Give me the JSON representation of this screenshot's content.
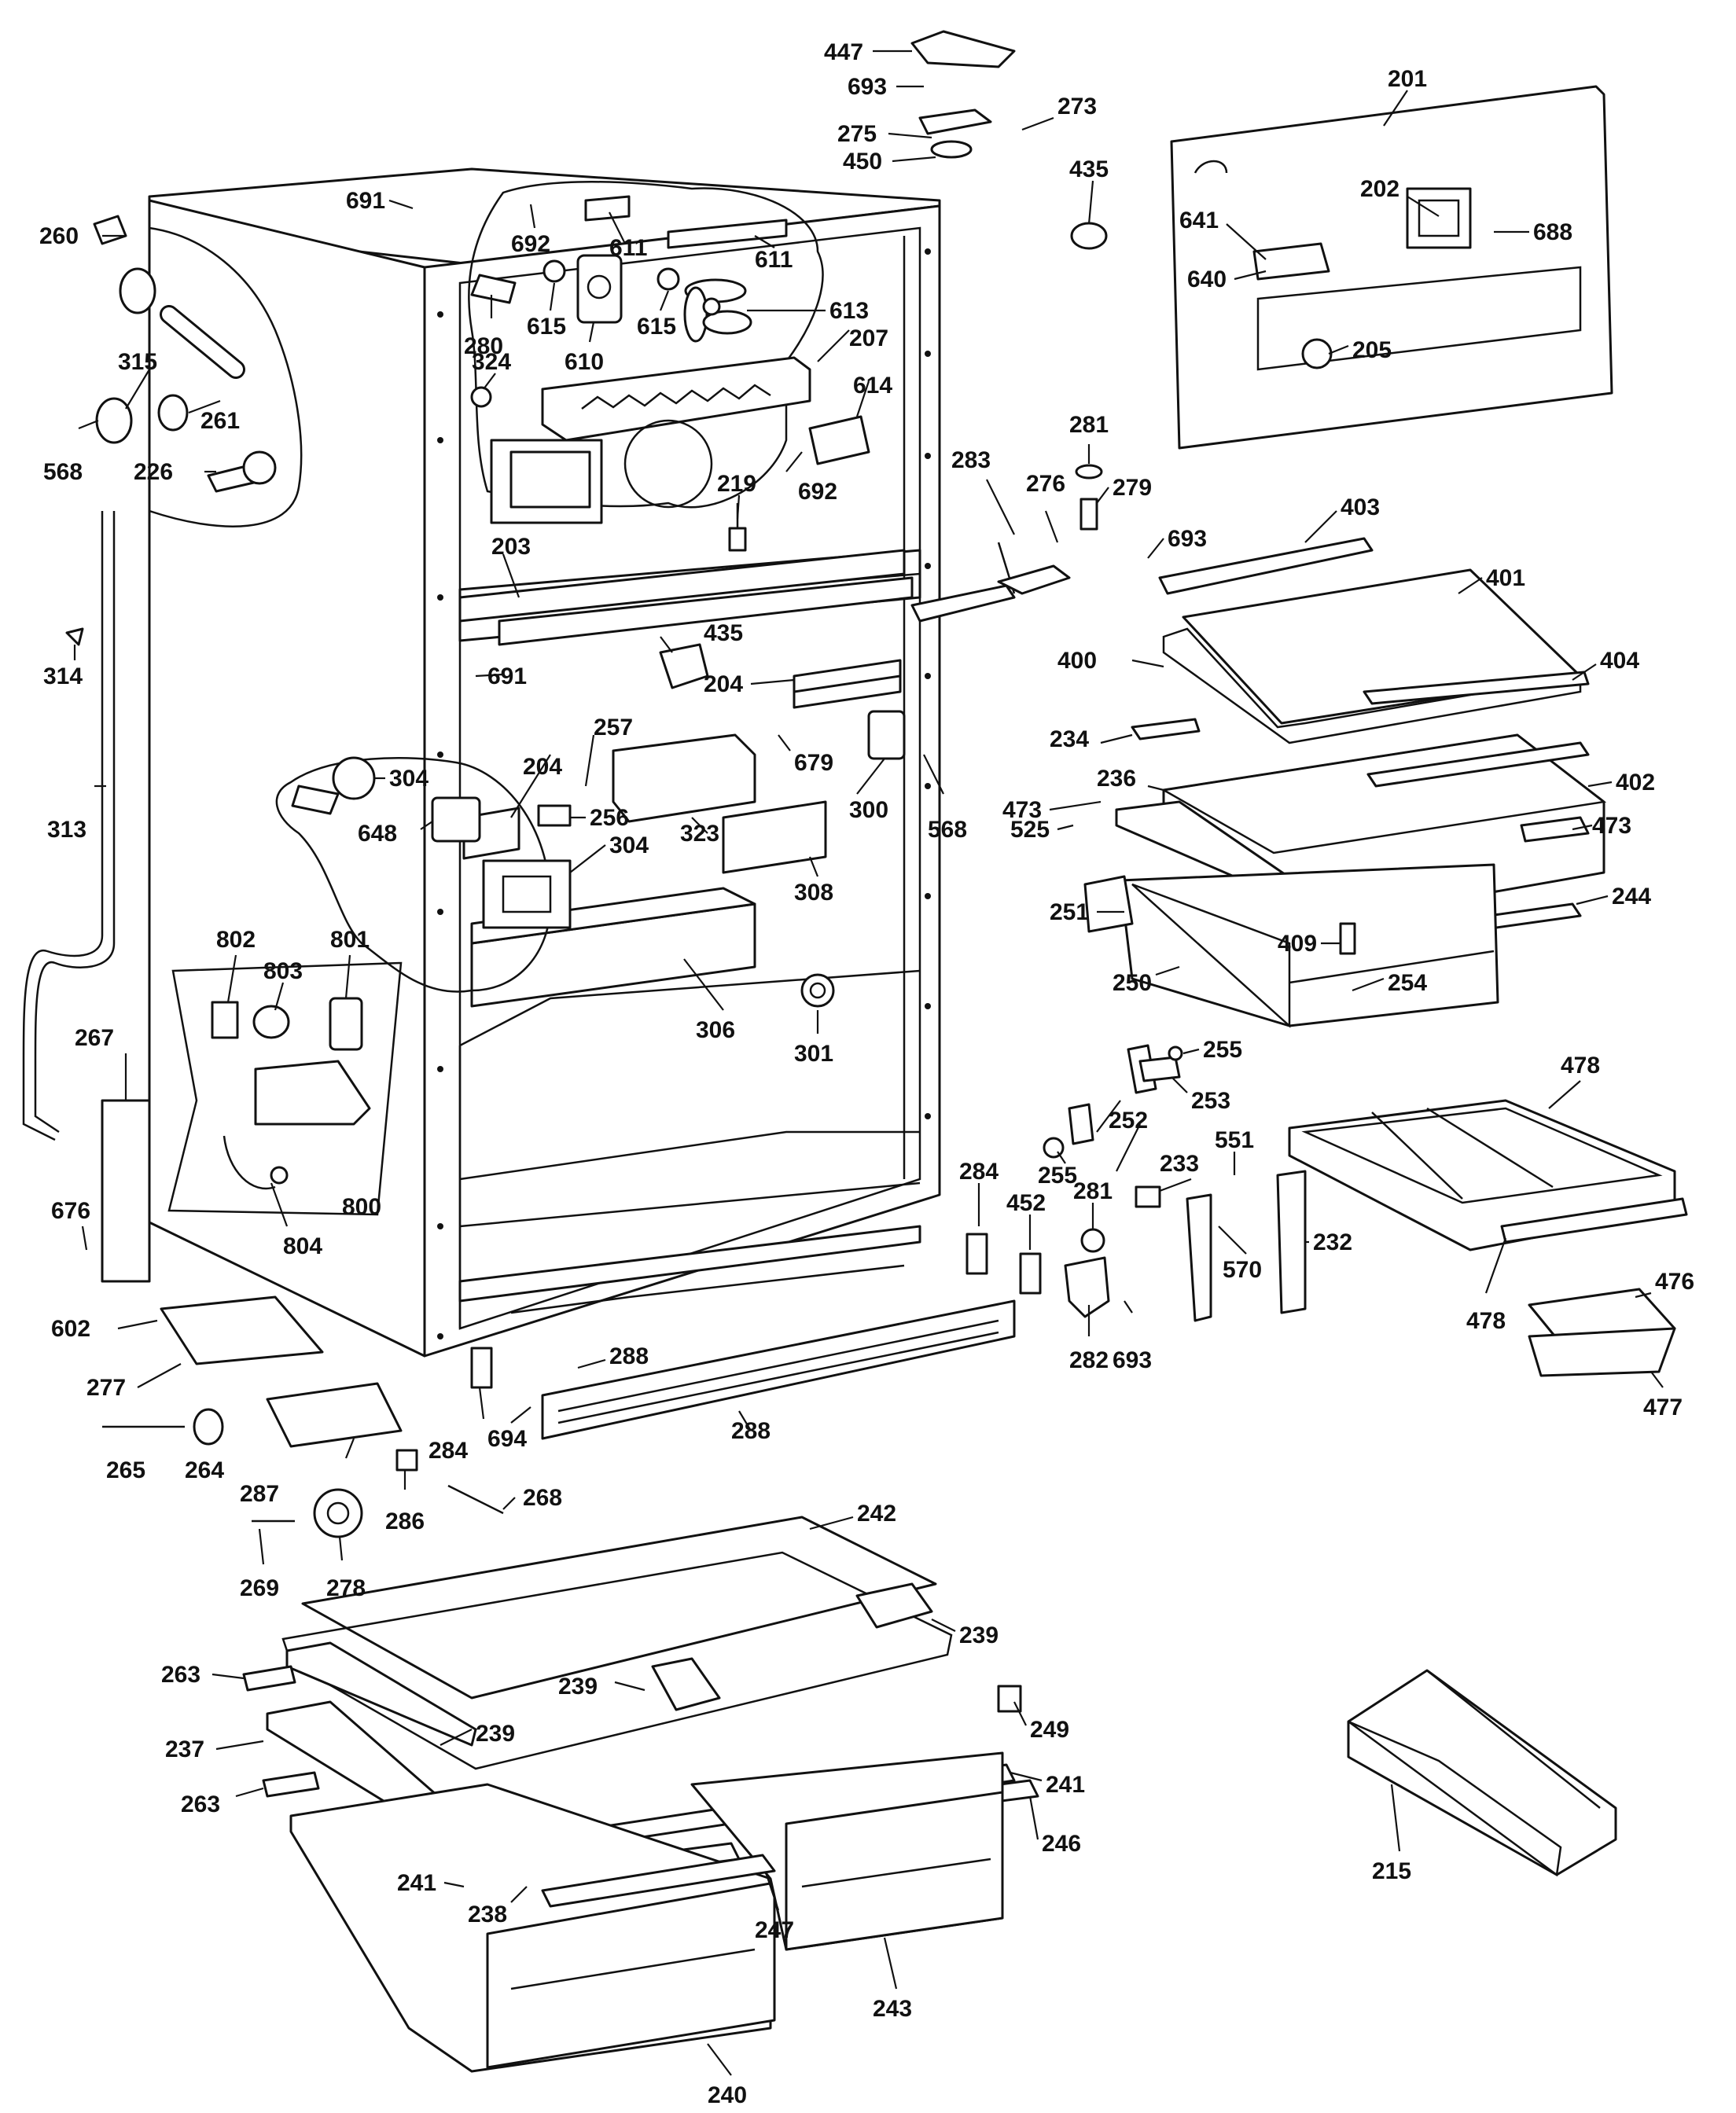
{
  "colors": {
    "ink": "#111111",
    "paper": "#ffffff"
  },
  "callouts": [
    {
      "id": "c447",
      "label": "447"
    },
    {
      "id": "c693a",
      "label": "693"
    },
    {
      "id": "c273",
      "label": "273"
    },
    {
      "id": "c275",
      "label": "275"
    },
    {
      "id": "c450",
      "label": "450"
    },
    {
      "id": "c435a",
      "label": "435"
    },
    {
      "id": "c201",
      "label": "201"
    },
    {
      "id": "c202",
      "label": "202"
    },
    {
      "id": "c641",
      "label": "641"
    },
    {
      "id": "c688",
      "label": "688"
    },
    {
      "id": "c640",
      "label": "640"
    },
    {
      "id": "c205",
      "label": "205"
    },
    {
      "id": "c691a",
      "label": "691"
    },
    {
      "id": "c692a",
      "label": "692"
    },
    {
      "id": "c611a",
      "label": "611"
    },
    {
      "id": "c611b",
      "label": "611"
    },
    {
      "id": "c260",
      "label": "260"
    },
    {
      "id": "c280",
      "label": "280"
    },
    {
      "id": "c615a",
      "label": "615"
    },
    {
      "id": "c610",
      "label": "610"
    },
    {
      "id": "c615b",
      "label": "615"
    },
    {
      "id": "c613",
      "label": "613"
    },
    {
      "id": "c207",
      "label": "207"
    },
    {
      "id": "c315",
      "label": "315"
    },
    {
      "id": "c324",
      "label": "324"
    },
    {
      "id": "c261",
      "label": "261"
    },
    {
      "id": "c614",
      "label": "614"
    },
    {
      "id": "c568a",
      "label": "568"
    },
    {
      "id": "c226",
      "label": "226"
    },
    {
      "id": "c692b",
      "label": "692"
    },
    {
      "id": "c281a",
      "label": "281"
    },
    {
      "id": "c283",
      "label": "283"
    },
    {
      "id": "c276",
      "label": "276"
    },
    {
      "id": "c279",
      "label": "279"
    },
    {
      "id": "c219",
      "label": "219"
    },
    {
      "id": "c693b",
      "label": "693"
    },
    {
      "id": "c403",
      "label": "403"
    },
    {
      "id": "c203",
      "label": "203"
    },
    {
      "id": "c401",
      "label": "401"
    },
    {
      "id": "c435b",
      "label": "435"
    },
    {
      "id": "c400",
      "label": "400"
    },
    {
      "id": "c404",
      "label": "404"
    },
    {
      "id": "c691b",
      "label": "691"
    },
    {
      "id": "c204a",
      "label": "204"
    },
    {
      "id": "c314",
      "label": "314"
    },
    {
      "id": "c257",
      "label": "257"
    },
    {
      "id": "c234",
      "label": "234"
    },
    {
      "id": "c679",
      "label": "679"
    },
    {
      "id": "c204b",
      "label": "204"
    },
    {
      "id": "c236",
      "label": "236"
    },
    {
      "id": "c402",
      "label": "402"
    },
    {
      "id": "c304a",
      "label": "304"
    },
    {
      "id": "c300",
      "label": "300"
    },
    {
      "id": "c473a",
      "label": "473"
    },
    {
      "id": "c473b",
      "label": "473"
    },
    {
      "id": "c256",
      "label": "256"
    },
    {
      "id": "c568b",
      "label": "568"
    },
    {
      "id": "c313",
      "label": "313"
    },
    {
      "id": "c648",
      "label": "648"
    },
    {
      "id": "c323",
      "label": "323"
    },
    {
      "id": "c525",
      "label": "525"
    },
    {
      "id": "c304b",
      "label": "304"
    },
    {
      "id": "c244",
      "label": "244"
    },
    {
      "id": "c308",
      "label": "308"
    },
    {
      "id": "c251",
      "label": "251"
    },
    {
      "id": "c409",
      "label": "409"
    },
    {
      "id": "c801",
      "label": "801"
    },
    {
      "id": "c802",
      "label": "802"
    },
    {
      "id": "c250",
      "label": "250"
    },
    {
      "id": "c254",
      "label": "254"
    },
    {
      "id": "c803",
      "label": "803"
    },
    {
      "id": "c306",
      "label": "306"
    },
    {
      "id": "c267",
      "label": "267"
    },
    {
      "id": "c301",
      "label": "301"
    },
    {
      "id": "c255a",
      "label": "255"
    },
    {
      "id": "c478a",
      "label": "478"
    },
    {
      "id": "c253",
      "label": "253"
    },
    {
      "id": "c255b",
      "label": "255"
    },
    {
      "id": "c252",
      "label": "252"
    },
    {
      "id": "c551",
      "label": "551"
    },
    {
      "id": "c233",
      "label": "233"
    },
    {
      "id": "c284a",
      "label": "284"
    },
    {
      "id": "c800",
      "label": "800"
    },
    {
      "id": "c452",
      "label": "452"
    },
    {
      "id": "c281b",
      "label": "281"
    },
    {
      "id": "c676",
      "label": "676"
    },
    {
      "id": "c804",
      "label": "804"
    },
    {
      "id": "c232",
      "label": "232"
    },
    {
      "id": "c570",
      "label": "570"
    },
    {
      "id": "c476",
      "label": "476"
    },
    {
      "id": "c478b",
      "label": "478"
    },
    {
      "id": "c602",
      "label": "602"
    },
    {
      "id": "c282",
      "label": "282"
    },
    {
      "id": "c693c",
      "label": "693"
    },
    {
      "id": "c477",
      "label": "477"
    },
    {
      "id": "c277",
      "label": "277"
    },
    {
      "id": "c288a",
      "label": "288"
    },
    {
      "id": "c288b",
      "label": "288"
    },
    {
      "id": "c694",
      "label": "694"
    },
    {
      "id": "c265",
      "label": "265"
    },
    {
      "id": "c264",
      "label": "264"
    },
    {
      "id": "c284b",
      "label": "284"
    },
    {
      "id": "c287",
      "label": "287"
    },
    {
      "id": "c268",
      "label": "268"
    },
    {
      "id": "c286",
      "label": "286"
    },
    {
      "id": "c242",
      "label": "242"
    },
    {
      "id": "c269",
      "label": "269"
    },
    {
      "id": "c278",
      "label": "278"
    },
    {
      "id": "c239a",
      "label": "239"
    },
    {
      "id": "c263a",
      "label": "263"
    },
    {
      "id": "c239b",
      "label": "239"
    },
    {
      "id": "c249",
      "label": "249"
    },
    {
      "id": "c239c",
      "label": "239"
    },
    {
      "id": "c237",
      "label": "237"
    },
    {
      "id": "c241a",
      "label": "241"
    },
    {
      "id": "c263b",
      "label": "263"
    },
    {
      "id": "c246",
      "label": "246"
    },
    {
      "id": "c215",
      "label": "215"
    },
    {
      "id": "c241b",
      "label": "241"
    },
    {
      "id": "c238",
      "label": "238"
    },
    {
      "id": "c247",
      "label": "247"
    },
    {
      "id": "c243",
      "label": "243"
    },
    {
      "id": "c240",
      "label": "240"
    }
  ]
}
